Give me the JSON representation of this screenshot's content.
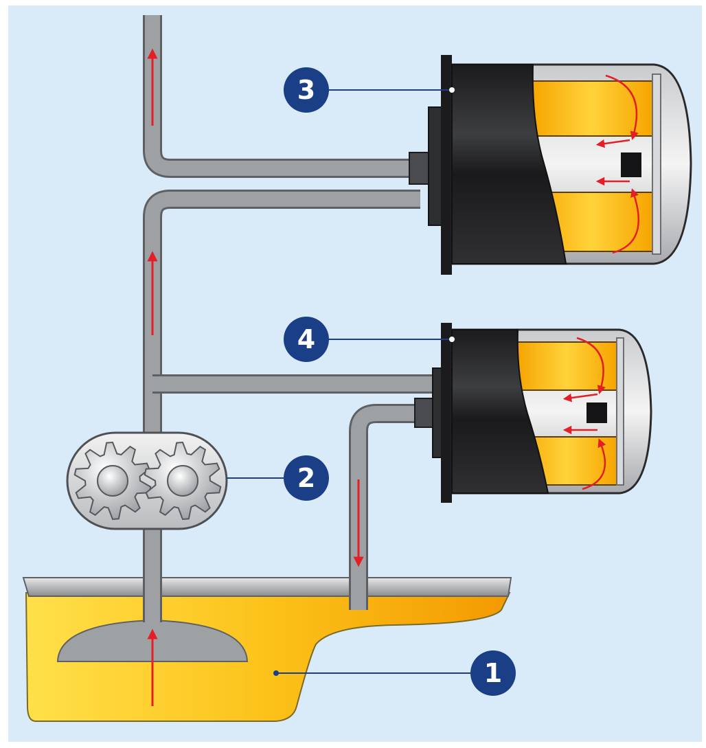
{
  "colors": {
    "background": "#d9ebf8",
    "pipe": "#9ea1a4",
    "pipe_outline": "#5e6063",
    "oil": "#fcc21a",
    "oil_light": "#ffd84a",
    "oil_dark": "#f2a000",
    "filter_housing": "#2b2b2d",
    "arrow": "#e41e26",
    "callout": "#1a3f86",
    "leader_line": "#1a3f86"
  },
  "callouts": [
    {
      "id": "sump",
      "number": "1"
    },
    {
      "id": "pump",
      "number": "2"
    },
    {
      "id": "filter-upper",
      "number": "3"
    },
    {
      "id": "filter-lower",
      "number": "4"
    }
  ],
  "icons": [
    "gear-icon",
    "flow-arrow-icon"
  ]
}
